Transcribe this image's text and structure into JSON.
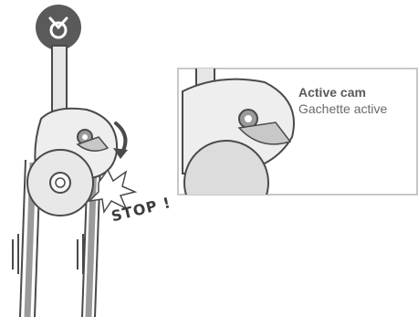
{
  "inset": {
    "title": "Active cam",
    "subtitle": "Gachette active"
  },
  "stop_label": "STOP !",
  "icons": {
    "badge": "cam-brake-badge-icon",
    "arrow": "rotation-arrow-icon"
  },
  "colors": {
    "badge": "#5a5a5a",
    "rope": "#9a9a9a",
    "outline": "#4a4a4a",
    "frame_border": "#c8c8c8"
  }
}
